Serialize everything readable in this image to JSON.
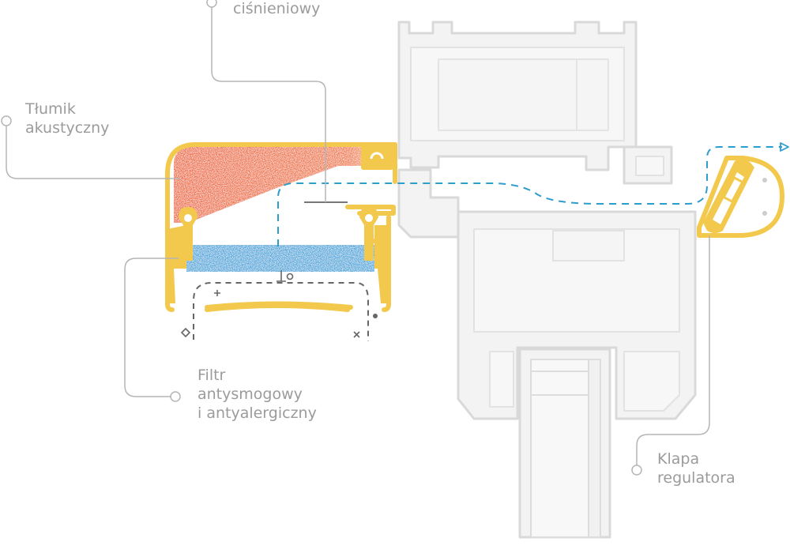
{
  "labels": {
    "pressure": {
      "line2": "ciśnieniowy"
    },
    "silencer": {
      "line1": "Tłumik",
      "line2": "akustyczny"
    },
    "filter": {
      "line1": "Filtr",
      "line2": "antysmogowy",
      "line3": "i antyalergiczny"
    },
    "flap": {
      "line1": "Klapa",
      "line2": "regulatora"
    }
  },
  "colors": {
    "housing": "#f2c94c",
    "silencer": "#ee6a3a",
    "filter": "#4aa8dc",
    "airflow": "#2e9ccd",
    "leader": "#b5b5b5",
    "frame_fill": "#f2f2f2",
    "frame_stroke": "#dcdcdc",
    "label": "#9b9b9b"
  },
  "icons": [
    "plus-symbol",
    "circle-symbol",
    "diamond-symbol",
    "dot-symbol",
    "cross-symbol",
    "arrow-right-icon"
  ]
}
